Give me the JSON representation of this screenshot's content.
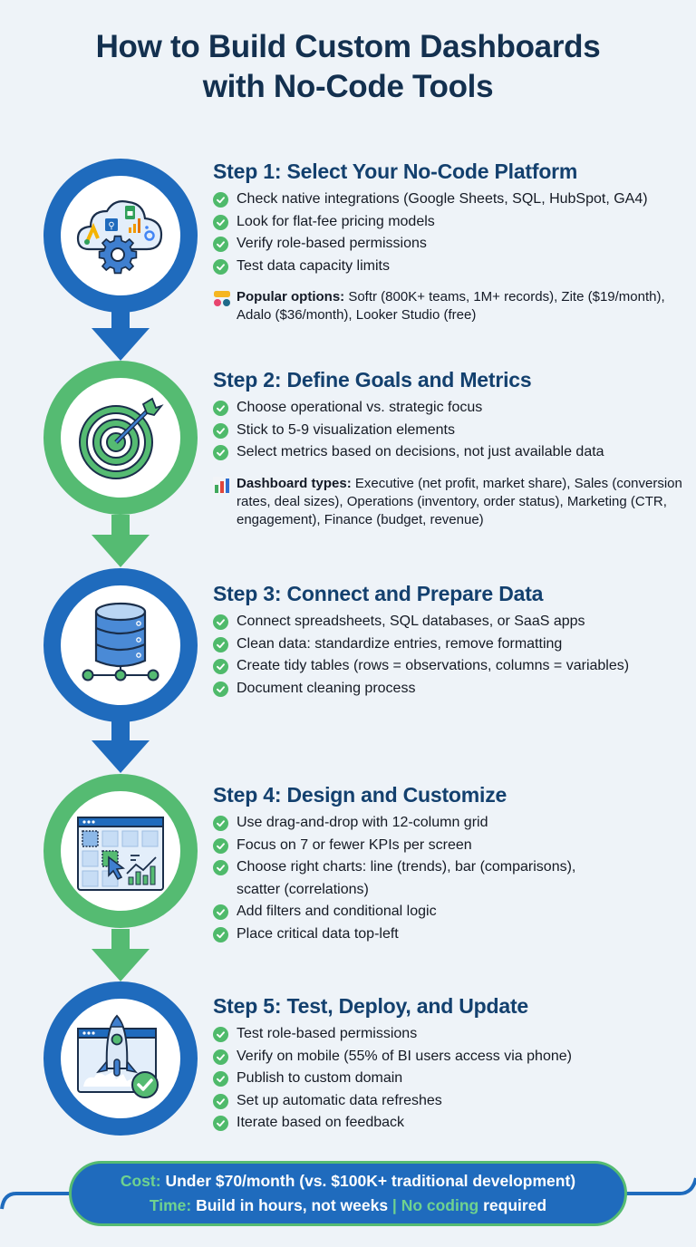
{
  "title": {
    "line1": "How to Build Custom Dashboards",
    "line2": "with No-Code Tools"
  },
  "colors": {
    "blue": "#1f6bbd",
    "green": "#55bb72",
    "title_navy": "#13304f",
    "step_title": "#13406e",
    "background": "#eef3f8"
  },
  "steps": [
    {
      "title": "Step 1: Select Your No-Code Platform",
      "icon": "cloud-integrations-gear-icon",
      "ring": "blue",
      "bullets": [
        "Check native integrations (Google Sheets, SQL, HubSpot, GA4)",
        "Look for flat-fee pricing models",
        "Verify role-based permissions",
        "Test data capacity limits"
      ],
      "note": {
        "icon": "app-tiles-icon",
        "label": "Popular options:",
        "text": " Softr (800K+ teams, 1M+ records), Zite ($19/month), Adalo ($36/month), Looker Studio (free)"
      }
    },
    {
      "title": "Step 2: Define Goals and Metrics",
      "icon": "target-arrow-icon",
      "ring": "green",
      "bullets": [
        "Choose operational vs. strategic focus",
        "Stick to 5-9 visualization elements",
        "Select metrics based on decisions, not just available data"
      ],
      "note": {
        "icon": "bar-chart-icon",
        "label": "Dashboard types:",
        "text": " Executive (net profit, market share), Sales (conversion rates, deal sizes), Operations (inventory, order status), Marketing (CTR, engagement), Finance (budget, revenue)"
      }
    },
    {
      "title": "Step 3: Connect and Prepare Data",
      "icon": "database-network-icon",
      "ring": "blue",
      "bullets": [
        "Connect spreadsheets, SQL databases, or SaaS apps",
        "Clean data: standardize entries, remove formatting",
        "Create tidy tables (rows = observations, columns = variables)",
        "Document cleaning process"
      ]
    },
    {
      "title": "Step 4: Design and Customize",
      "icon": "dashboard-grid-cursor-icon",
      "ring": "green",
      "bullets": [
        "Use drag-and-drop with 12-column grid",
        "Focus on 7 or fewer KPIs per screen",
        "Choose right charts: line (trends), bar (comparisons), scatter (correlations)",
        "Add filters and conditional logic",
        "Place critical data top-left"
      ]
    },
    {
      "title": "Step 5: Test, Deploy, and Update",
      "icon": "rocket-launch-check-icon",
      "ring": "blue",
      "bullets": [
        "Test role-based permissions",
        "Verify on mobile (55% of BI users access via phone)",
        "Publish to custom domain",
        "Set up automatic data refreshes",
        "Iterate based on feedback"
      ]
    }
  ],
  "footer": {
    "cost_label": "Cost:",
    "cost_text": " Under $70/month (vs. $100K+ traditional development)",
    "time_label": "Time:",
    "time_text": " Build in hours, not weeks",
    "separator": " | ",
    "nocode_label": "No coding",
    "nocode_text": " required"
  }
}
